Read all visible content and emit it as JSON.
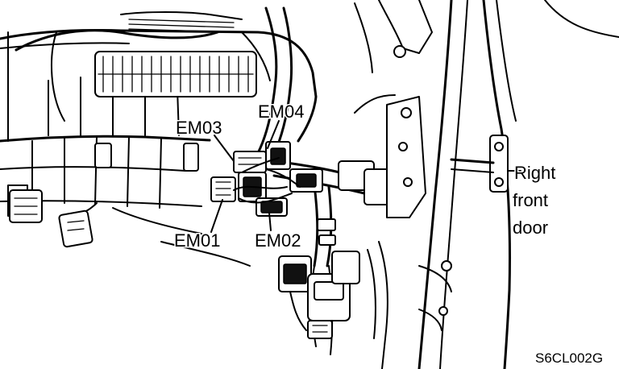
{
  "labels": {
    "em01": "EM01",
    "em02": "EM02",
    "em03": "EM03",
    "em04": "EM04",
    "door_line1": "Right",
    "door_line2": "front",
    "door_line3": "door",
    "figure_code": "S6CL002G"
  }
}
